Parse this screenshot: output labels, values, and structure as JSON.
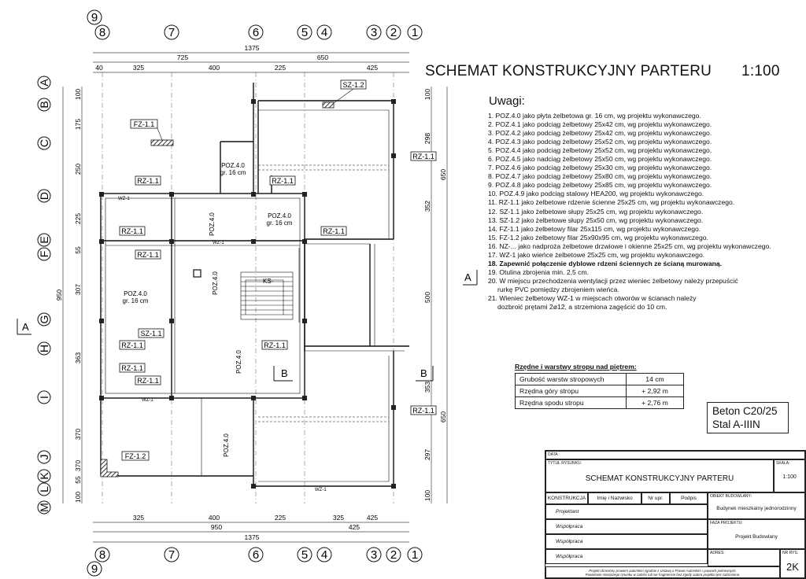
{
  "title": "SCHEMAT KONSTRUKCYJNY PARTERU",
  "scale": "1:100",
  "notes_heading": "Uwagi:",
  "notes": [
    "1. POZ.4.0  jako płyta żelbetowa gr. 16 cm, wg projektu wykonawczego.",
    "2. POZ.4.1  jako podciąg żelbetowy 25x42 cm, wg projektu wykonawczego.",
    "3. POZ.4.2  jako podciąg żelbetowy 25x42 cm, wg projektu wykonawczego.",
    "4. POZ.4.3  jako podciąg żelbetowy 25x52 cm, wg projektu wykonawczego.",
    "5. POZ.4.4  jako podciąg żelbetowy 25x52 cm, wg projektu wykonawczego.",
    "6. POZ.4.5  jako nadciąg żelbetowy 25x50 cm, wg projektu wykonawczego.",
    "7. POZ.4.6  jako podciąg żelbetowy 25x30 cm, wg projektu wykonawczego.",
    "8. POZ.4.7  jako podciąg żelbetowy 25x80 cm, wg projektu wykonawczego.",
    "9. POZ.4.8  jako podciąg żelbetowy 25x85 cm, wg projektu wykonawczego.",
    "10. POZ.4.9  jako podciąg stalowy HEA200, wg projektu wykonawczego.",
    "11. RZ-1.1  jako żelbetowe rdzenie ścienne 25x25 cm, wg projektu wykonawczego.",
    "12. SZ-1.1  jako żelbetowe słupy 25x25 cm, wg projektu wykonawczego.",
    "13. SZ-1.2  jako żelbetowe słupy 25x50 cm, wg projektu wykonawczego.",
    "14. FZ-1.1  jako żelbetowy filar 25x115 cm, wg projektu wykonawczego.",
    "15. FZ-1.2  jako żelbetowy filar 25x90x95 cm, wg projektu wykonawczego.",
    "16. NZ-...  jako nadproża żelbetowe drzwiowe i okienne 25x25 cm, wg projektu wykonawczego.",
    "17. WZ-1  jako wieńce żelbetowe 25x25 cm, wg projektu wykonawczego.",
    "18. Zapewnić połączenie dyblowe rdzeni ściennych ze ścianą murowaną.",
    "19. Otulina zbrojenia min. 2,5 cm.",
    "20. W miejscu przechodzenia wentylacji przez wieniec żelbetowy należy przepuścić",
    "rurkę PVC pomiędzy zbrojeniem wieńca.",
    "21. Wieniec żelbetowy WZ-1 w miejscach otworów w ścianach należy",
    "dozbroić prętami 2ø12, a strzemiona zagęścić do 10 cm."
  ],
  "table_title": "Rzędne i warstwy stropu nad piętrem:",
  "table_rows": [
    {
      "label": "Grubość warstw stropowych",
      "value": "14 cm"
    },
    {
      "label": "Rzędna góry stropu",
      "value": "+ 2,92 m"
    },
    {
      "label": "Rzędna spodu stropu",
      "value": "+ 2,76 m"
    }
  ],
  "material_1": "Beton C20/25",
  "material_2": "Stal A-IIIN",
  "title_block": {
    "data_label": "DATA :",
    "tytul_label": "TYTUŁ RYSUNKU:",
    "tytul": "SCHEMAT KONSTRUKCYJNY PARTERU",
    "skala_label": "SKALA:",
    "skala": "1:100",
    "headers": [
      "KONSTRUKCJA",
      "Imię i Nazwisko",
      "Nr upr.",
      "Podpis"
    ],
    "roles": [
      "Projektant",
      "Współpraca",
      "Współpraca",
      "Współpraca"
    ],
    "obiekt_label": "OBIEKT BUDOWLANY:",
    "obiekt": "Budynek mieszkalny jednorodzinny",
    "faza_label": "FAZA PROJEKTU:",
    "faza": "Projekt Budowlany",
    "adres_label": "ADRES:",
    "nr_label": "NR RYS.",
    "nr": "2K",
    "copyright_1": "Projekt chroniony prawem autorskim zgodnie z Ustawą o Prawie Autorskim i prawach pokrewnych.",
    "copyright_2": "Powielanie niniejszego rysunku w całości lub we fragmencie bez zgody autora projektu jest zabronione."
  },
  "axes_top": [
    "9",
    "8",
    "7",
    "6",
    "5",
    "4",
    "3",
    "2",
    "1"
  ],
  "axes_left": [
    "A",
    "B",
    "C",
    "D",
    "E",
    "F",
    "G",
    "H",
    "I",
    "J",
    "K",
    "L",
    "M"
  ],
  "dims_top_total": "1375",
  "dims_top_mid": [
    "725",
    "650"
  ],
  "dims_top": [
    "40",
    "325",
    "400",
    "225",
    "425"
  ],
  "dims_bottom": [
    "325",
    "400",
    "225",
    "325",
    "425"
  ],
  "dims_bottom_mid": [
    "950",
    "425"
  ],
  "dims_bottom_total": "1375",
  "dims_left": [
    "100",
    "175",
    "250",
    "225",
    "55",
    "307",
    "363",
    "370",
    "370",
    "55",
    "100"
  ],
  "dims_left_total": "950",
  "dims_right": [
    "100",
    "298",
    "352",
    "500",
    "353",
    "297",
    "100"
  ],
  "dims_right_mid": [
    "650",
    "650"
  ],
  "section_marks": [
    "A",
    "A",
    "B",
    "B"
  ],
  "labels": {
    "sz12": "SZ-1.2",
    "fz11": "FZ-1.1",
    "fz12": "FZ-1.2",
    "rz11": "RZ-1.1",
    "sz11": "SZ-1.1",
    "ks": "KS-",
    "poz40": "POZ.4.0",
    "gr16": "gr. 16 cm",
    "wz1": "WZ-1"
  }
}
